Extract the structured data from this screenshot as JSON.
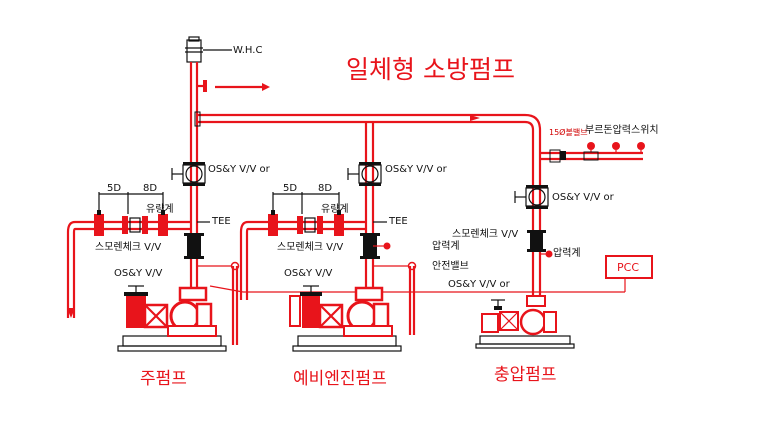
{
  "title": "일체형 소방펌프",
  "labels": {
    "whc": "W.H.C",
    "osy_or_1": "OS&Y V/V or",
    "osy_or_2": "OS&Y V/V or",
    "osy_or_3": "OS&Y V/V or",
    "osy_or_4": "OS&Y V/V or",
    "d5_1": "5D",
    "d8_1": "8D",
    "d5_2": "5D",
    "d8_2": "8D",
    "flowmeter_1": "유량계",
    "flowmeter_2": "유량계",
    "tee_1": "TEE",
    "tee_2": "TEE",
    "check_1": "스모렌체크 V/V",
    "check_2": "스모렌체크 V/V",
    "check_3": "스모렌체크 V/V",
    "osy_1": "OS&Y V/V",
    "osy_2": "OS&Y V/V",
    "pressure_gauge_1": "압력계",
    "pressure_gauge_2": "압력계",
    "safety_valve": "안전밸브",
    "valve_15": "15Ø볼밸브",
    "bourdon_switch": "부르돈압력스위치",
    "pcc": "PCC"
  },
  "captions": {
    "main_pump": "주펌프",
    "engine_pump": "예비엔진펌프",
    "jockey_pump": "충압펌프"
  },
  "colors": {
    "pipe": "#e8141b",
    "outline": "#111111"
  }
}
